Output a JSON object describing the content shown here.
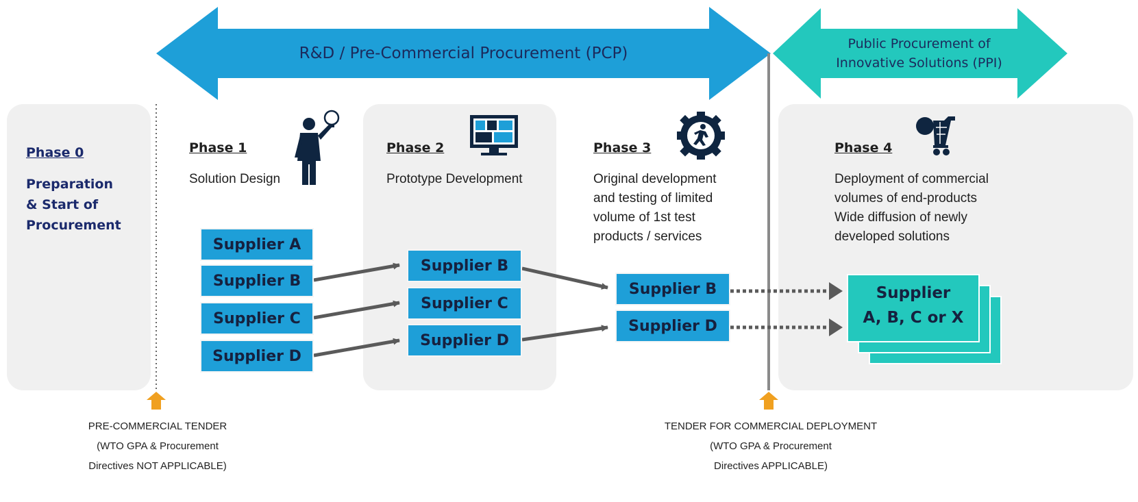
{
  "banners": {
    "pcp": "R&D / Pre-Commercial Procurement (PCP)",
    "ppi_line1": "Public Procurement of",
    "ppi_line2": "Innovative Solutions (PPI)"
  },
  "phase0": {
    "title": "Phase 0",
    "lines": [
      "Preparation",
      "& Start of",
      "Procurement"
    ]
  },
  "phase1": {
    "title": "Phase 1",
    "desc": "Solution Design",
    "icon": "businessman-lightbulb-icon",
    "suppliers": [
      "Supplier A",
      "Supplier B",
      "Supplier C",
      "Supplier D"
    ]
  },
  "phase2": {
    "title": "Phase 2",
    "desc": "Prototype Development",
    "icon": "monitor-prototype-icon",
    "suppliers": [
      "Supplier B",
      "Supplier C",
      "Supplier D"
    ]
  },
  "phase3": {
    "title": "Phase 3",
    "lines": [
      "Original development",
      "and testing of limited",
      "volume of 1st test",
      "products / services"
    ],
    "icon": "gear-runner-icon",
    "suppliers": [
      "Supplier B",
      "Supplier D"
    ]
  },
  "phase4": {
    "title": "Phase 4",
    "lines": [
      "Deployment of commercial",
      "volumes of end-products",
      "Wide diffusion of newly",
      "developed solutions"
    ],
    "icon": "shopping-cart-icon",
    "supplier_line1": "Supplier",
    "supplier_line2": "A, B, C or X"
  },
  "footer": {
    "pre_commercial": [
      "PRE-COMMERCIAL TENDER",
      "(WTO GPA & Procurement",
      "Directives NOT APPLICABLE)"
    ],
    "commercial": [
      "TENDER FOR COMMERCIAL DEPLOYMENT",
      "(WTO GPA & Procurement",
      "Directives APPLICABLE)"
    ]
  },
  "colors": {
    "pcp_blue": "#1e9fd8",
    "ppi_teal": "#23c8bd",
    "marker_orange": "#f0a020",
    "arrow_gray": "#5a5a5a",
    "icon_navy": "#0f2540"
  }
}
